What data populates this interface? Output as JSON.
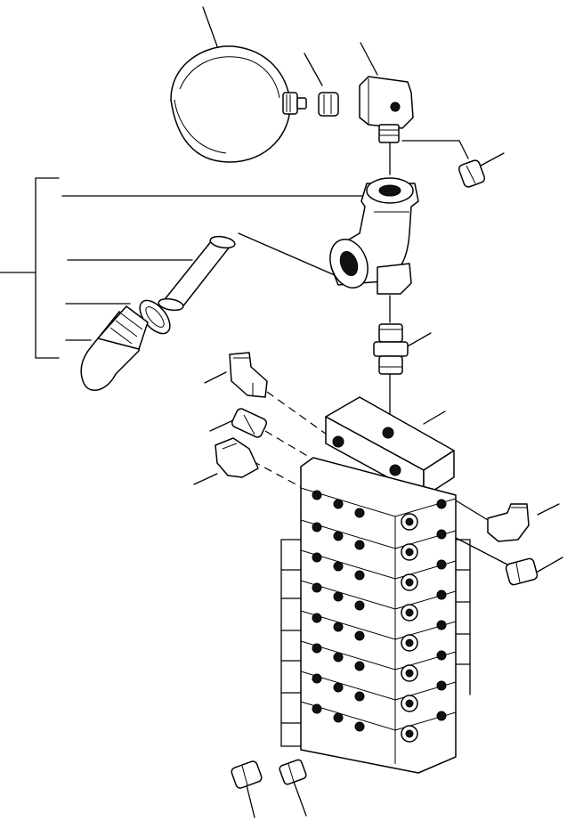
{
  "diagram": {
    "kind": "exploded-parts-view",
    "callout_labels": [],
    "parts": [
      "pressure-gauge",
      "gauge-adapter",
      "elbow-connector-top",
      "plug-small-top",
      "elbow-fitting-cast",
      "pin",
      "gasket-ring",
      "plug-cap",
      "nipple-connector",
      "distribution-block",
      "elbow-left-upper",
      "connector-left",
      "elbow-left-lower",
      "elbow-right",
      "connector-right",
      "connector-bottom-left",
      "connector-bottom-right",
      "stacked-valve-sections"
    ],
    "valve_section_count": 8
  }
}
